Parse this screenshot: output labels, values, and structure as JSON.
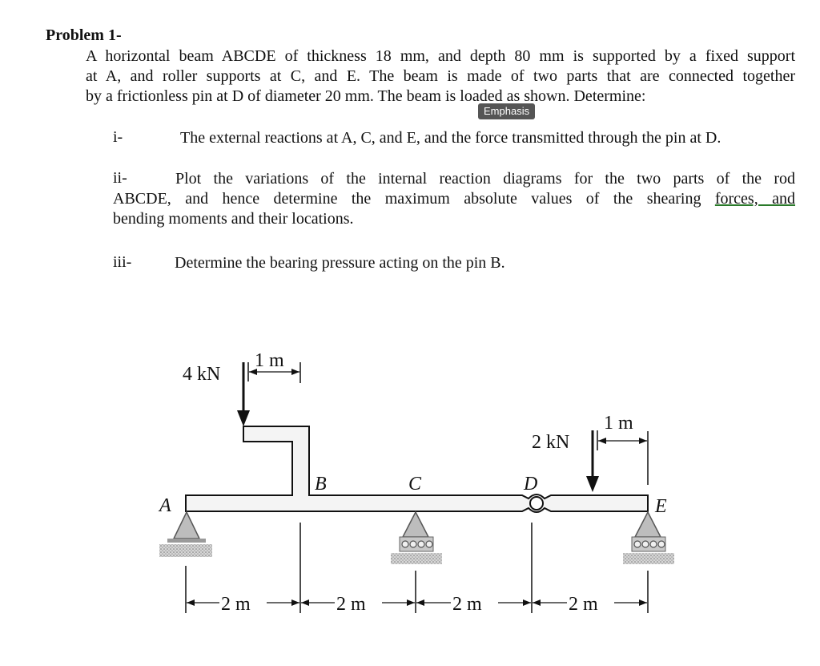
{
  "problem": {
    "title": "Problem 1-",
    "intro_lines": [
      "A horizontal beam ABCDE of thickness 18 mm, and depth 80 mm is supported by a fixed support",
      "at A, and roller supports at C, and E. The beam is made of two parts that are connected together",
      "by a frictionless pin at D of diameter 20 mm. The beam is loaded as shown. Determine:"
    ],
    "tooltip": "Emphasis",
    "items": [
      {
        "num": "i-",
        "text": "The external reactions at A, C, and E, and the force transmitted through the pin at D."
      },
      {
        "num": "ii-",
        "lines": [
          "Plot the variations of the internal reaction diagrams for the two parts of the rod",
          "ABCDE, and hence determine the maximum absolute values of the shearing",
          "bending moments and their locations."
        ],
        "underlined": "forces, and"
      },
      {
        "num": "iii-",
        "text": "Determine the bearing pressure acting on the pin B."
      }
    ]
  },
  "diagram": {
    "labels": {
      "A": "A",
      "B": "B",
      "C": "C",
      "D": "D",
      "E": "E"
    },
    "loads": [
      {
        "value": "4 kN"
      },
      {
        "value": "2 kN"
      }
    ],
    "offsets": [
      "1 m",
      "1 m"
    ],
    "spans": [
      "2 m",
      "2 m",
      "2 m",
      "2 m"
    ]
  }
}
